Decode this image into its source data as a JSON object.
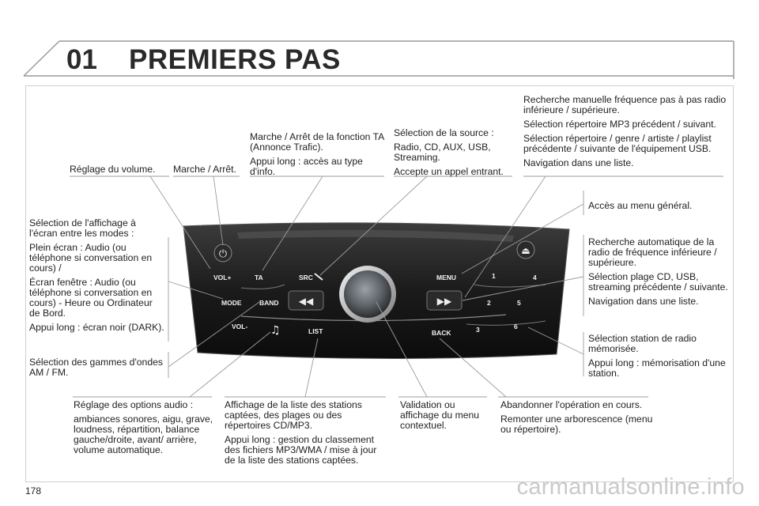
{
  "header": {
    "chapter_number": "01",
    "chapter_title": "PREMIERS PAS"
  },
  "page_number": "178",
  "watermark": "carmanualsonline.info",
  "radio": {
    "buttons": {
      "power": "⏻",
      "vol_plus": "VOL+",
      "ta": "TA",
      "src": "SRC",
      "menu": "MENU",
      "eject": "⏏",
      "mode": "MODE",
      "band": "BAND",
      "vol_minus": "VOL-",
      "list": "LIST",
      "back": "BACK",
      "prev": "◀◀",
      "next": "▶▶",
      "music": "♫",
      "p1": "1",
      "p2": "2",
      "p3": "3",
      "p4": "4",
      "p5": "5",
      "p6": "6"
    }
  },
  "callouts": {
    "volume": [
      "Réglage du volume."
    ],
    "power": [
      "Marche / Arrêt."
    ],
    "ta": [
      "Marche / Arrêt de la fonction TA (Annonce Trafic).",
      "Appui long : accès au type d'info."
    ],
    "source": [
      "Sélection de la source :",
      "Radio, CD, AUX, USB, Streaming.",
      "Accepte un appel entrant."
    ],
    "manual_search": [
      "Recherche manuelle fréquence pas à pas radio inférieure / supérieure.",
      "Sélection répertoire MP3 précédent / suivant.",
      "Sélection répertoire / genre / artiste / playlist précédente / suivante de l'équipement USB.",
      "Navigation dans une liste."
    ],
    "menu": [
      "Accès au menu général."
    ],
    "auto_search": [
      "Recherche automatique de la radio de fréquence inférieure / supérieure.",
      "Sélection plage CD, USB, streaming précédente / suivante.",
      "Navigation dans une liste."
    ],
    "display_mode": [
      "Sélection de l'affichage à l'écran entre les modes :",
      "Plein écran : Audio (ou téléphone si conversation en cours) /",
      "Écran fenêtre : Audio (ou téléphone si conversation en cours) - Heure ou Ordinateur de Bord.",
      "Appui long : écran noir (DARK)."
    ],
    "band": [
      "Sélection des gammes d'ondes AM / FM."
    ],
    "preset": [
      "Sélection station de radio mémorisée.",
      "Appui long : mémorisation d'une station."
    ],
    "audio_options": [
      "Réglage des options audio :",
      "ambiances sonores, aigu, grave, loudness, répartition, balance gauche/droite, avant/ arrière, volume automatique."
    ],
    "list": [
      "Affichage de la liste des stations captées, des plages ou des répertoires CD/MP3.",
      "Appui long : gestion du classement des fichiers MP3/WMA / mise à jour de la liste des stations captées."
    ],
    "validate": [
      "Validation ou affichage du menu contextuel."
    ],
    "back": [
      "Abandonner l'opération en cours.",
      "Remonter une arborescence (menu ou répertoire)."
    ]
  }
}
